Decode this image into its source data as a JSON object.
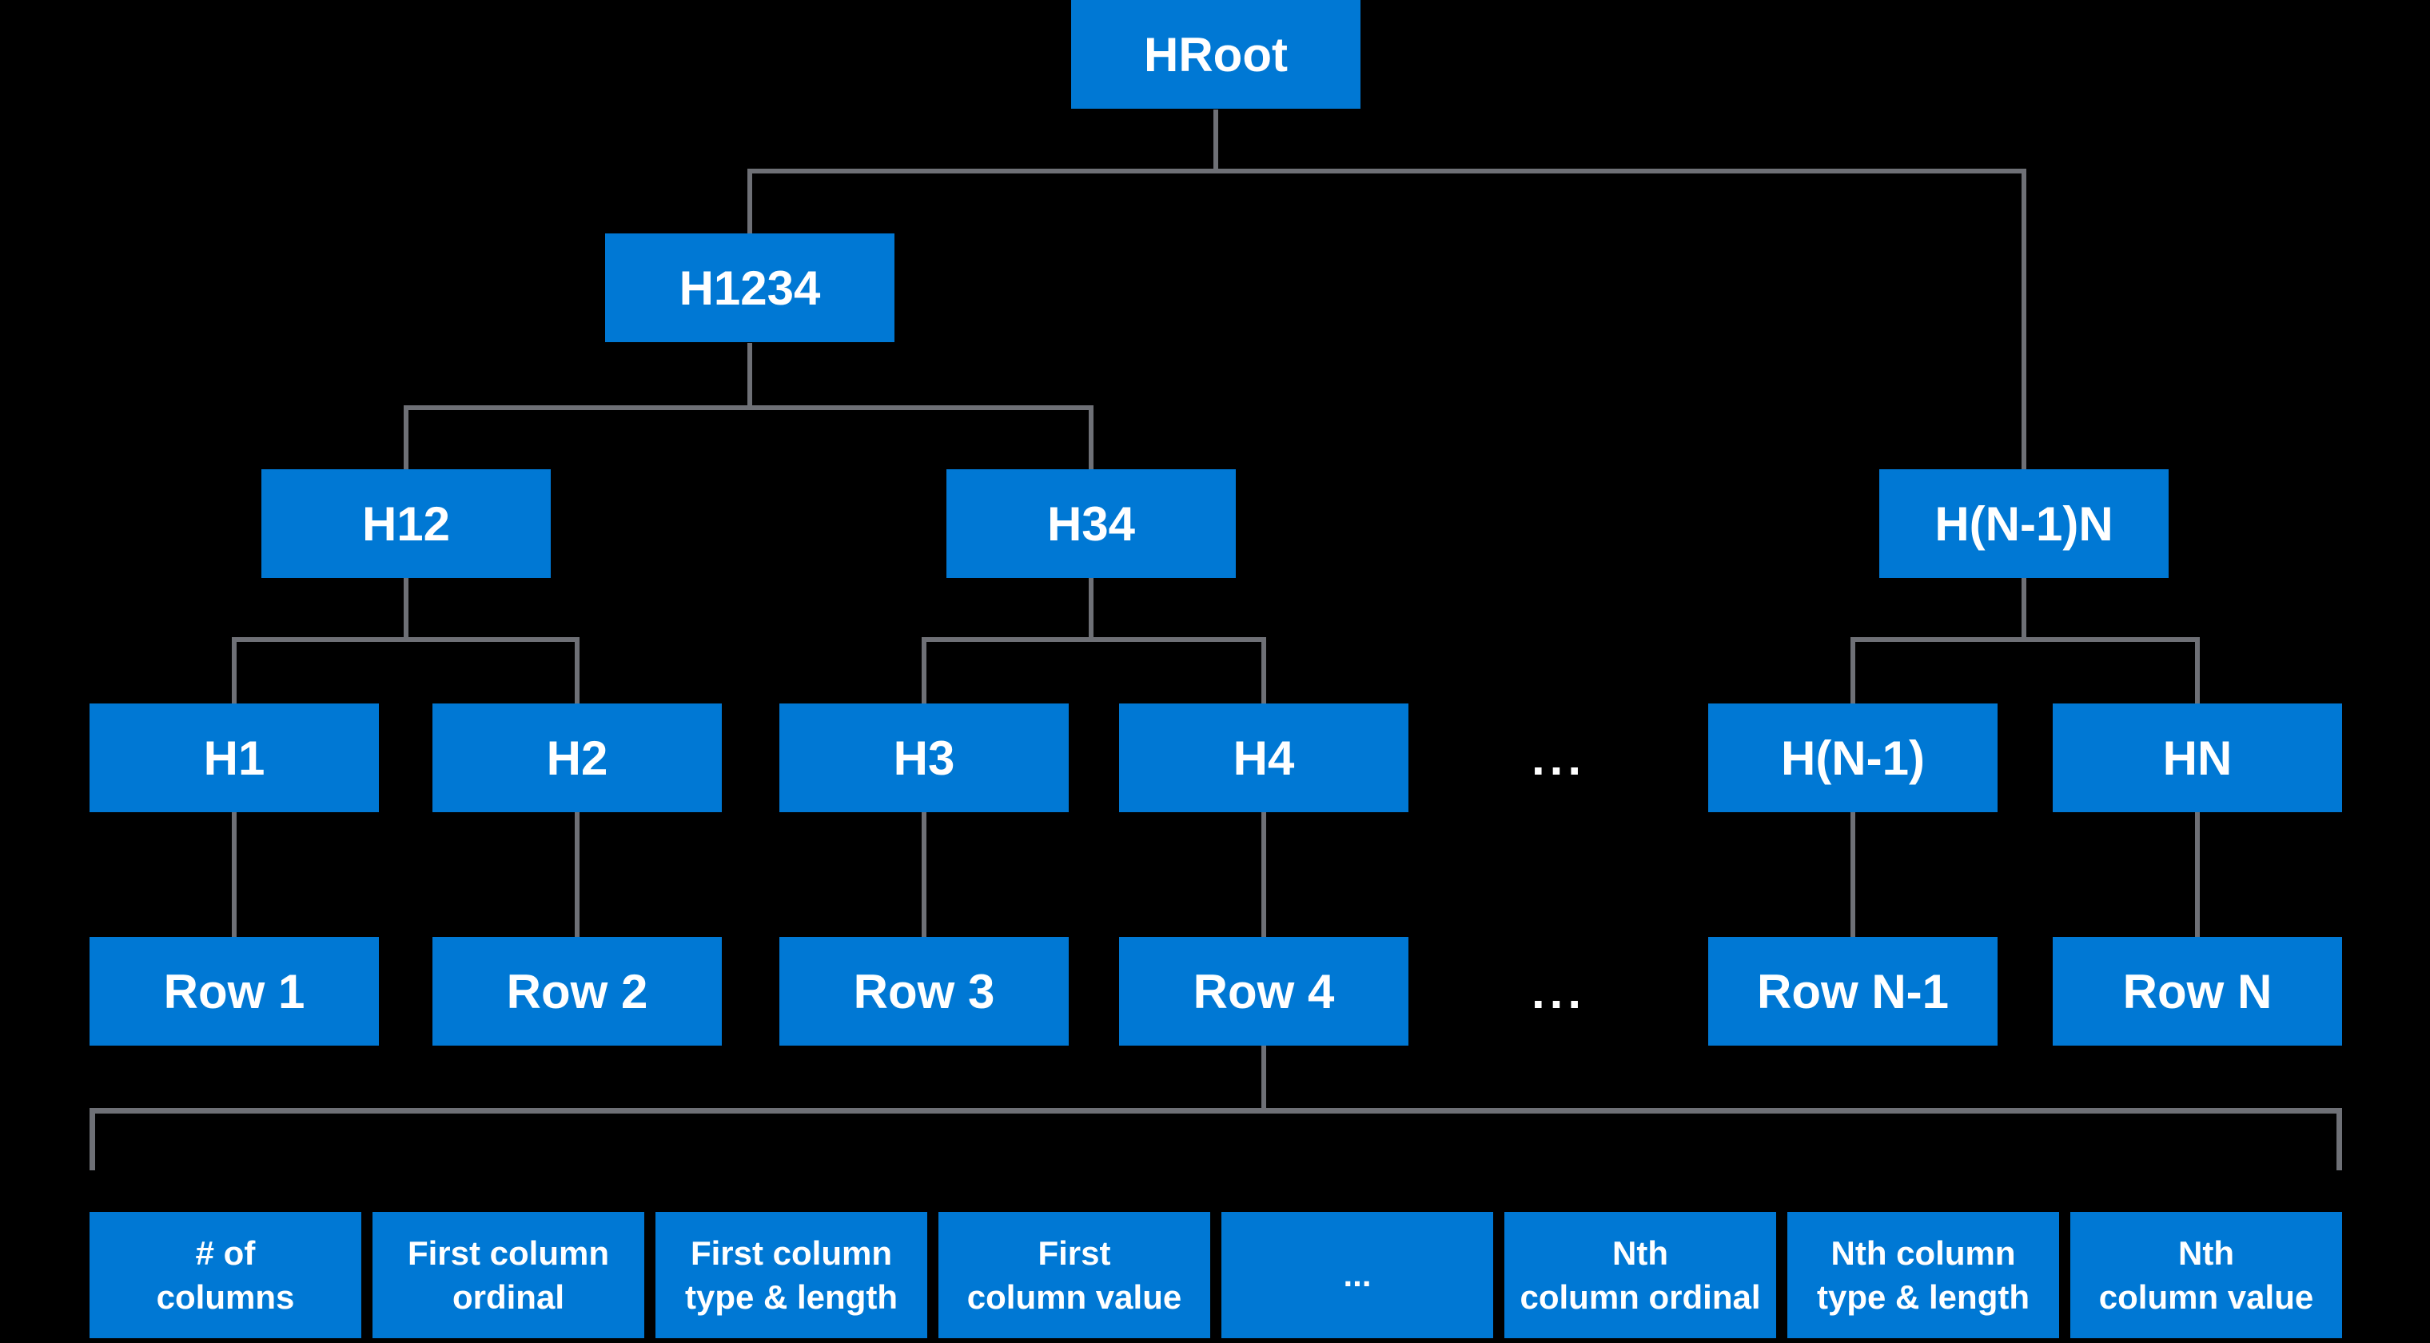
{
  "diagram": {
    "root_label": "HRoot",
    "branch_label": "H1234",
    "internal_nodes": [
      "H12",
      "H34",
      "H(N-1)N"
    ],
    "hash_nodes": [
      "H1",
      "H2",
      "H3",
      "H4",
      "H(N-1)",
      "HN"
    ],
    "hash_ellipsis": "...",
    "row_nodes": [
      "Row 1",
      "Row 2",
      "Row 3",
      "Row 4",
      "Row N-1",
      "Row N"
    ],
    "row_ellipsis": "...",
    "column_fields": [
      {
        "line1": "# of",
        "line2": "columns"
      },
      {
        "line1": "First column",
        "line2": "ordinal"
      },
      {
        "line1": "First column",
        "line2": "type & length"
      },
      {
        "line1": "First",
        "line2": "column value"
      },
      {
        "line1": "...",
        "line2": ""
      },
      {
        "line1": "Nth",
        "line2": "column ordinal"
      },
      {
        "line1": "Nth column",
        "line2": "type & length"
      },
      {
        "line1": "Nth",
        "line2": "column value"
      }
    ],
    "colors": {
      "node_fill": "#0078D4",
      "connector": "#6E7076",
      "background": "#000000",
      "label_text": "#FFFFFF"
    }
  }
}
